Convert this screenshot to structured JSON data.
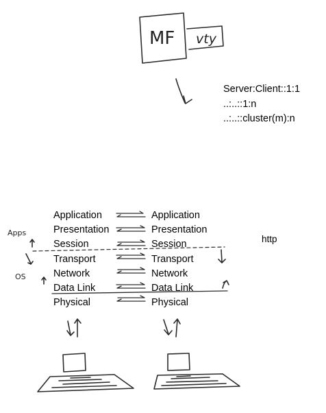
{
  "ink_color": "#2b2b2b",
  "mainframe": {
    "box_label": "MF",
    "terminal_label": "vty"
  },
  "relations": [
    "Server:Client::1:1",
    "..:..::1:n",
    "..:..::cluster(m):n"
  ],
  "osi_left": [
    "Application",
    "Presentation",
    "Session",
    "Transport",
    "Network",
    "Data Link",
    "Physical"
  ],
  "osi_right": [
    "Application",
    "Presentation",
    "Session",
    "Transport",
    "Network",
    "Data Link",
    "Physical"
  ],
  "side_labels": {
    "apps": "Apps",
    "os": "OS",
    "protocol": "http"
  }
}
